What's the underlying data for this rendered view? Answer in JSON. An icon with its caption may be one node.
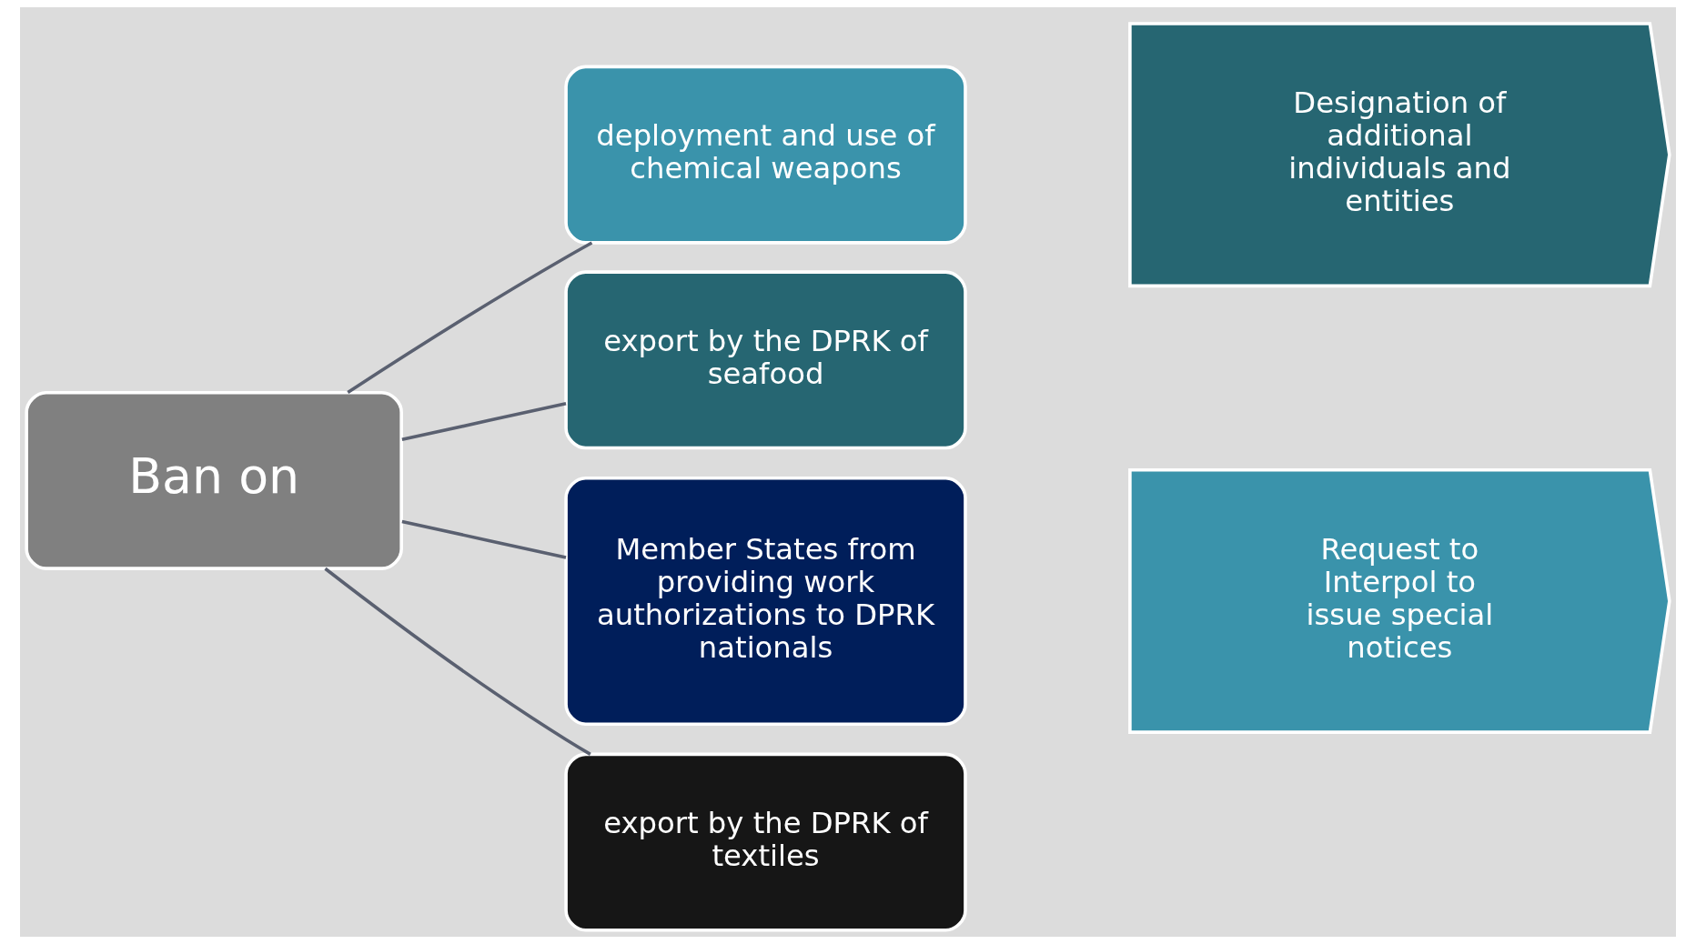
{
  "diagram": {
    "nodes": [
      {
        "text": [
          "Ban on"
        ]
      },
      {
        "text": [
          "deployment and use of chemical weapons"
        ]
      },
      {
        "text": [
          "export by the DPRK of seafood"
        ]
      },
      {
        "text": [
          "Member States from providing work authorizations to DPRK nationals"
        ]
      },
      {
        "text": [
          "export by the DPRK of textiles"
        ]
      },
      {
        "text": [
          "Designation of additional individuals and entities"
        ]
      },
      {
        "text": [
          "Request to Interpol to issue special notices"
        ]
      }
    ],
    "edges": [
      {
        "from": 0,
        "to": 1,
        "arrow": "none"
      },
      {
        "from": 0,
        "to": 2,
        "arrow": "none"
      },
      {
        "from": 0,
        "to": 3,
        "arrow": "none"
      },
      {
        "from": 0,
        "to": 4,
        "arrow": "none"
      }
    ]
  }
}
